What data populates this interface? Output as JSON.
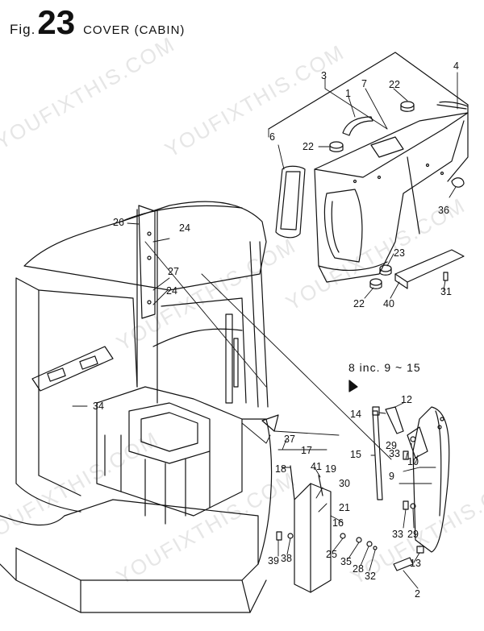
{
  "header": {
    "prefix": "Fig.",
    "number": "23",
    "title": "COVER (CABIN)"
  },
  "note": "8 inc. 9 ~ 15",
  "watermark": "YOUFIXTHIS.COM",
  "callouts": [
    "1",
    "2",
    "3",
    "4",
    "6",
    "7",
    "8",
    "9",
    "10",
    "12",
    "13",
    "14",
    "15",
    "16",
    "17",
    "18",
    "19",
    "21",
    "22",
    "22",
    "22",
    "23",
    "24",
    "24",
    "25",
    "26",
    "27",
    "28",
    "29",
    "29",
    "30",
    "31",
    "32",
    "33",
    "33",
    "34",
    "35",
    "36",
    "37",
    "38",
    "39",
    "40",
    "41"
  ]
}
